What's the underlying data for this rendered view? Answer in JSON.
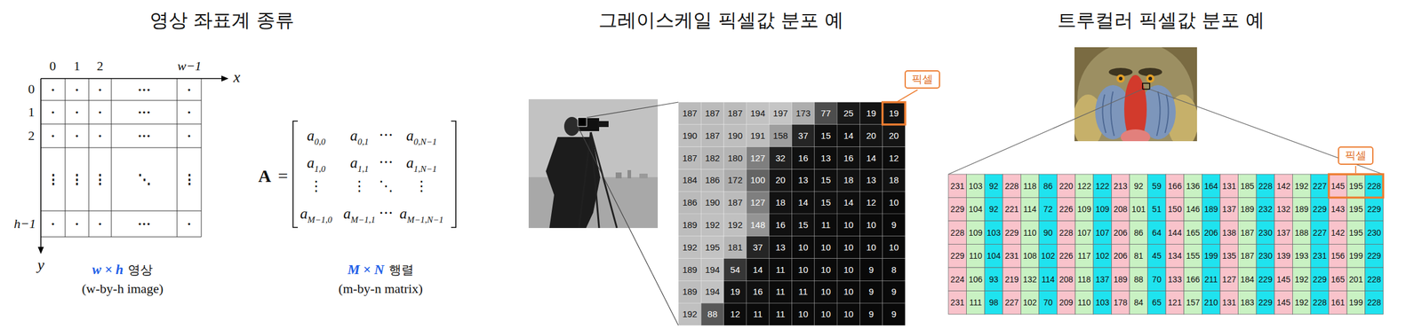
{
  "diagram": {
    "nodes": [
      {
        "text": [
          "픽셀"
        ]
      },
      {
        "text": [
          "픽셀"
        ]
      }
    ],
    "labels": [
      "영상 좌표계 종류",
      "0",
      "1",
      "2",
      "w−1",
      "x",
      "0",
      "1",
      "2",
      "h−1",
      "y",
      "·",
      "·",
      "·",
      "···",
      "·",
      "·",
      "·",
      "·",
      "···",
      "·",
      "·",
      "·",
      "·",
      "···",
      "·",
      "⋮",
      "⋮",
      "⋮",
      "⋱",
      "⋮",
      "·",
      "·",
      "·",
      "···",
      "·",
      "w × h",
      "영상",
      "(w-by-h image)",
      "A",
      "=",
      "a",
      "0,0",
      "a",
      "0,1",
      "⋯",
      "a",
      "0,N−1",
      "a",
      "1,0",
      "a",
      "1,1",
      "⋯",
      "a",
      "1,N−1",
      "⋮",
      "⋮",
      "⋱",
      "⋮",
      "a",
      "M−1,0",
      "a",
      "M−1,1",
      "⋯",
      "a",
      "M−1,N−1",
      "M × N",
      "행렬",
      "(m-by-n matrix)",
      "그레이스케일 픽셀값 분포 예",
      "187",
      "187",
      "187",
      "194",
      "197",
      "173",
      "77",
      "25",
      "19",
      "19",
      "190",
      "187",
      "190",
      "191",
      "158",
      "37",
      "15",
      "14",
      "20",
      "20",
      "187",
      "182",
      "180",
      "127",
      "32",
      "16",
      "13",
      "16",
      "14",
      "12",
      "184",
      "186",
      "172",
      "100",
      "20",
      "13",
      "15",
      "18",
      "13",
      "18",
      "186",
      "190",
      "187",
      "127",
      "18",
      "14",
      "15",
      "14",
      "12",
      "10",
      "189",
      "192",
      "192",
      "148",
      "16",
      "15",
      "11",
      "10",
      "10",
      "9",
      "192",
      "195",
      "181",
      "37",
      "13",
      "10",
      "10",
      "10",
      "10",
      "10",
      "189",
      "194",
      "54",
      "14",
      "11",
      "10",
      "10",
      "10",
      "9",
      "8",
      "189",
      "194",
      "19",
      "16",
      "11",
      "11",
      "10",
      "10",
      "9",
      "9",
      "192",
      "88",
      "12",
      "11",
      "11",
      "10",
      "10",
      "10",
      "9",
      "9",
      "트루컬러 픽셀값 분포 예",
      "231",
      "103",
      "92",
      "228",
      "118",
      "86",
      "220",
      "122",
      "122",
      "213",
      "92",
      "59",
      "166",
      "136",
      "164",
      "131",
      "185",
      "228",
      "142",
      "192",
      "227",
      "145",
      "195",
      "228",
      "229",
      "104",
      "92",
      "221",
      "114",
      "72",
      "226",
      "109",
      "109",
      "208",
      "101",
      "51",
      "150",
      "146",
      "189",
      "137",
      "189",
      "232",
      "132",
      "189",
      "229",
      "143",
      "195",
      "229",
      "228",
      "109",
      "103",
      "229",
      "110",
      "90",
      "228",
      "107",
      "107",
      "206",
      "86",
      "64",
      "144",
      "165",
      "206",
      "138",
      "187",
      "230",
      "137",
      "188",
      "227",
      "142",
      "195",
      "230",
      "229",
      "110",
      "104",
      "231",
      "108",
      "102",
      "226",
      "117",
      "102",
      "206",
      "81",
      "45",
      "134",
      "155",
      "199",
      "135",
      "187",
      "230",
      "139",
      "193",
      "231",
      "156",
      "199",
      "229",
      "224",
      "106",
      "93",
      "219",
      "132",
      "114",
      "208",
      "118",
      "137",
      "189",
      "88",
      "70",
      "133",
      "166",
      "211",
      "127",
      "184",
      "229",
      "145",
      "192",
      "229",
      "165",
      "201",
      "228",
      "231",
      "111",
      "98",
      "227",
      "102",
      "70",
      "209",
      "110",
      "103",
      "178",
      "84",
      "65",
      "121",
      "157",
      "210",
      "131",
      "183",
      "229",
      "145",
      "192",
      "228",
      "161",
      "199",
      "228"
    ]
  }
}
